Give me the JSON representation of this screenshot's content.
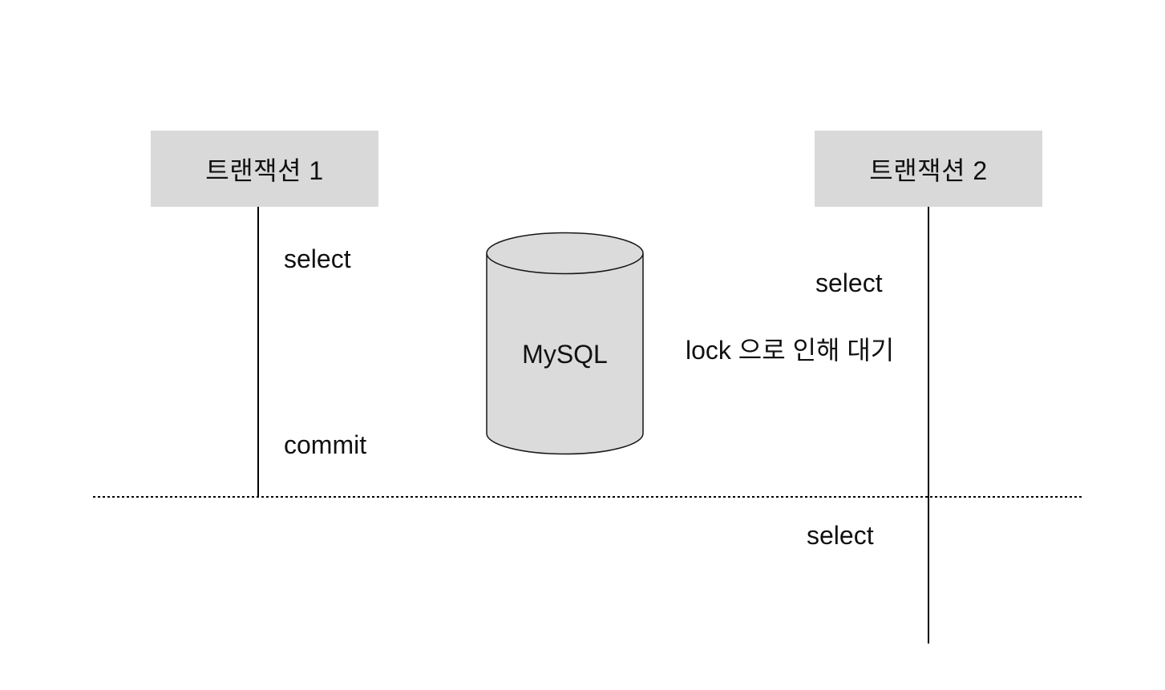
{
  "diagram": {
    "transaction1": {
      "title": "트랜잭션 1",
      "events": [
        {
          "label": "select"
        },
        {
          "label": "commit"
        }
      ]
    },
    "transaction2": {
      "title": "트랜잭션 2",
      "events": [
        {
          "label": "select"
        },
        {
          "label": "lock 으로 인해 대기"
        },
        {
          "label": "select"
        }
      ]
    },
    "database": {
      "label": "MySQL"
    },
    "colors": {
      "box_fill": "#d9d9d9",
      "cylinder_fill": "#dbdbdb",
      "line": "#000000",
      "text": "#111111",
      "background": "#ffffff"
    }
  }
}
